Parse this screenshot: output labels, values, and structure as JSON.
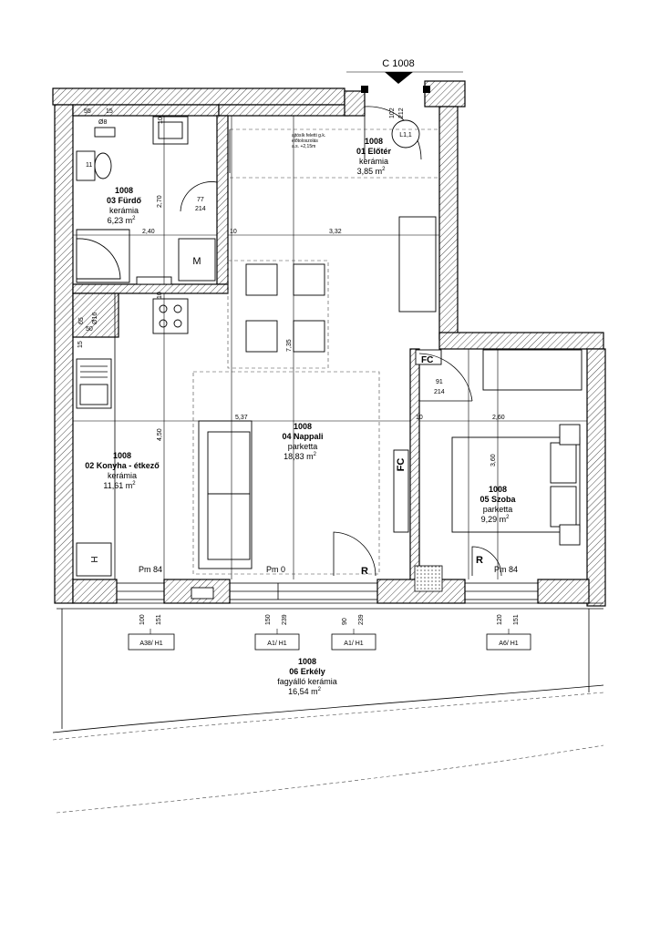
{
  "section_marker": "C 1008",
  "rooms": {
    "elotér": {
      "number": "1008",
      "name": "01 Előtér",
      "floor": "kerámia",
      "area": "3,85 m",
      "sup": "2"
    },
    "furdo": {
      "number": "1008",
      "name": "03 Fürdő",
      "floor": "kerámia",
      "area": "6,23 m",
      "sup": "2"
    },
    "nappali": {
      "number": "1008",
      "name": "04 Nappali",
      "floor": "parketta",
      "area": "18,83 m",
      "sup": "2"
    },
    "konyha": {
      "number": "1008",
      "name": "02 Konyha - étkező",
      "floor": "kerámia",
      "area": "11,61 m",
      "sup": "2"
    },
    "szoba": {
      "number": "1008",
      "name": "05 Szoba",
      "floor": "parketta",
      "area": "9,29 m",
      "sup": "2"
    },
    "erkely": {
      "number": "1008",
      "name": "06 Erkély",
      "floor": "fagyálló kerámia",
      "area": "16,54 m",
      "sup": "2"
    }
  },
  "note": {
    "l1": "ajtósík feletti g.k.",
    "l2": "előtoloszolás",
    "l3": "a.s. +2,15m"
  },
  "symbols": {
    "m": "M",
    "fc": "FC",
    "r": "R",
    "h": "H",
    "l11": "L1,1"
  },
  "dims": {
    "d55": "55",
    "d15": "15",
    "d10": "10",
    "d8": "Ø8",
    "d11": "11",
    "d270": "2,70",
    "d77": "77",
    "d214": "214",
    "d240": "2,40",
    "d332": "3,32",
    "d65": "65",
    "d16": "Ø16",
    "d50": "50",
    "d735": "7,35",
    "d537": "5,37",
    "d450": "4,50",
    "d91": "91",
    "d260": "2,60",
    "d360": "3,60",
    "d102": "102",
    "d212": "212"
  },
  "sill": {
    "pm84": "Pm 84",
    "pm0": "Pm 0"
  },
  "window_tags": [
    "A38/ H1",
    "A1/ H1",
    "A1/ H1",
    "A6/ H1"
  ],
  "window_dims": [
    [
      "100",
      "151"
    ],
    [
      "150",
      "239"
    ],
    [
      "90",
      "239"
    ],
    [
      "120",
      "151"
    ]
  ]
}
